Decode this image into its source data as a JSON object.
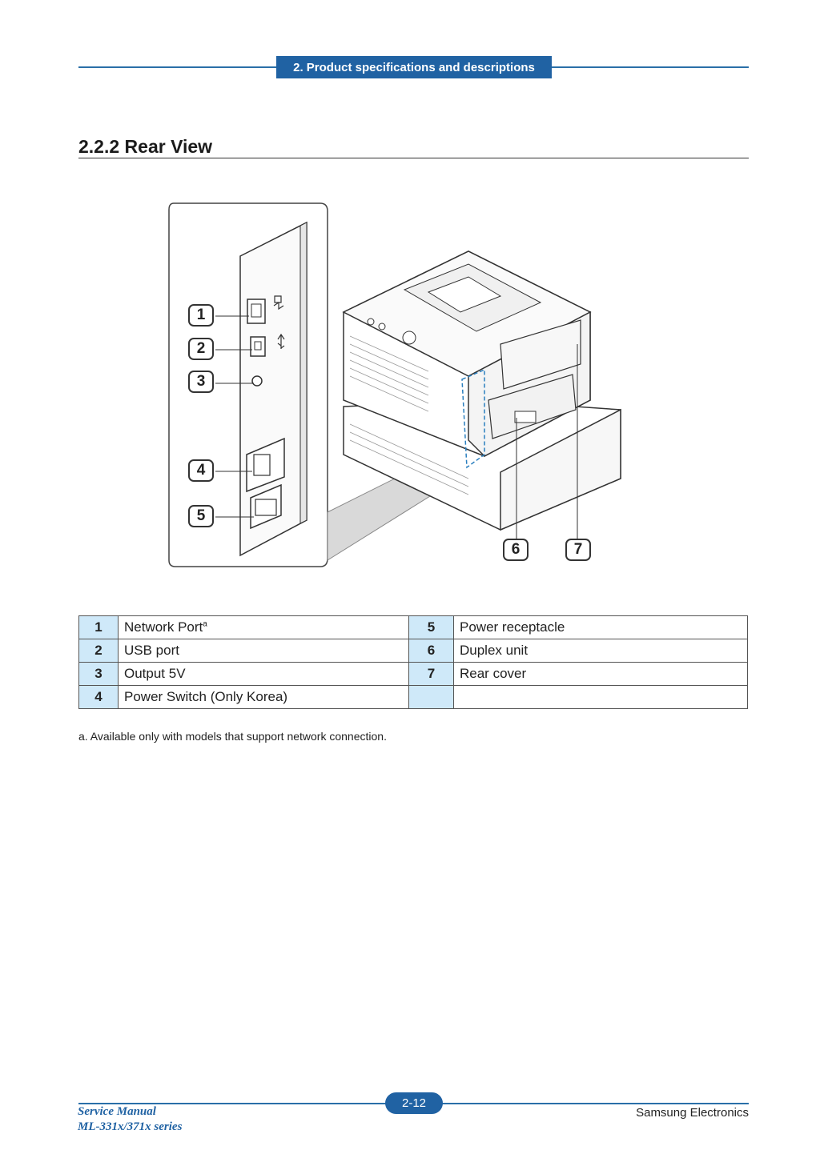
{
  "header": {
    "section_tab": "2. Product specifications and descriptions"
  },
  "section": {
    "title": "2.2.2 Rear View"
  },
  "figure": {
    "callouts": [
      "1",
      "2",
      "3",
      "4",
      "5",
      "6",
      "7"
    ]
  },
  "parts_table": {
    "rows": [
      {
        "n1": "1",
        "l1": "Network Port",
        "sup1": "a",
        "n2": "5",
        "l2": "Power receptacle"
      },
      {
        "n1": "2",
        "l1": "USB port",
        "n2": "6",
        "l2": "Duplex unit"
      },
      {
        "n1": "3",
        "l1": "Output 5V",
        "n2": "7",
        "l2": "Rear cover"
      },
      {
        "n1": "4",
        "l1": "Power Switch (Only Korea)",
        "n2": "",
        "l2": ""
      }
    ]
  },
  "footnote": "a. Available only with models that support network connection.",
  "footer": {
    "manual_line1": "Service Manual",
    "manual_line2": "ML-331x/371x series",
    "page_number": "2-12",
    "company": "Samsung Electronics"
  },
  "colors": {
    "brand_blue": "#2062a3",
    "table_num_bg": "#cfe9f9"
  }
}
